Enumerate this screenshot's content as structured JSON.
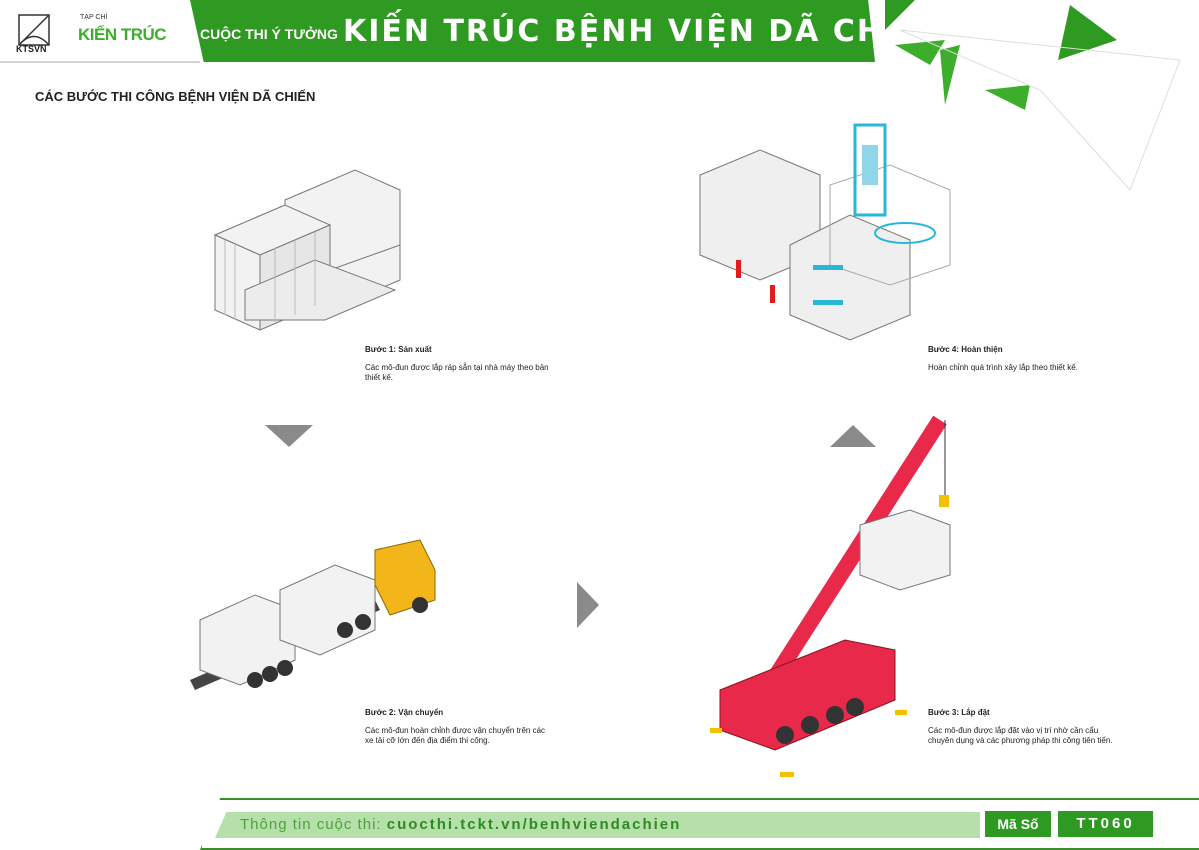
{
  "header": {
    "org_logo": "KTSVN",
    "magazine_prefix": "TẠP CHÍ",
    "magazine_name": "KIẾN TRÚC",
    "subtitle": "CUỘC THI Ý TƯỞNG",
    "title": "KIẾN TRÚC BỆNH VIỆN DÃ CHIẾN"
  },
  "section_title": "CÁC BƯỚC THI CÔNG BỆNH VIỆN DÃ CHIẾN",
  "steps": [
    {
      "title": "Bước 1: Sản xuất",
      "text": "Các mô-đun được lắp ráp sẵn tại nhà máy theo bản thiết kế."
    },
    {
      "title": "Bước 2: Vận chuyển",
      "text": "Các mô-đun hoàn chỉnh được vận chuyển trên các xe tải cỡ lớn đến địa điểm thi công."
    },
    {
      "title": "Bước 3: Lắp đặt",
      "text": "Các mô-đun được lắp đặt vào vị trí nhờ cần cẩu chuyên dụng và các phương pháp thi công tiên tiến."
    },
    {
      "title": "Bước 4: Hoàn thiện",
      "text": "Hoàn chỉnh quá trình xây lắp theo thiết kế."
    }
  ],
  "footer": {
    "label": "Thông tin cuộc thi: ",
    "url": "cuocthi.tckt.vn/benhviendachien",
    "code_label": "Mã Số",
    "code": "TT060"
  },
  "colors": {
    "brand_green": "#2f9a22",
    "light_green": "#b5e0aa",
    "crane_red": "#e8294a",
    "arrow_gray": "#8a8a8a"
  }
}
